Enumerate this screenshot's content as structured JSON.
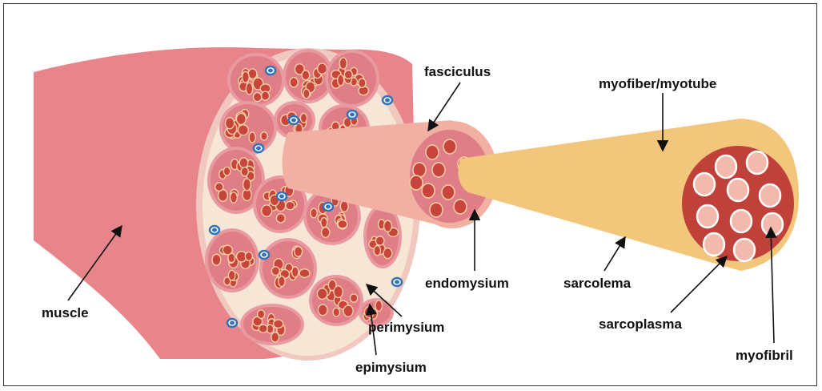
{
  "colors": {
    "muscle": "#e8858b",
    "muscle_dark": "#de7a82",
    "epimysium": "#f0c8bf",
    "matrix": "#f7e6d6",
    "fascicle_border": "#e89aa0",
    "fascicle_fill": "#e07e87",
    "fiber": "#c8453e",
    "fiber_edge": "#f6d5a5",
    "cell": "#2f73b8",
    "fascicle_cone": "#f1b0a2",
    "myofiber": "#f2c77b",
    "myofibril": "#f4b9ad",
    "sarcoplasm": "#c0403a"
  },
  "labels": {
    "muscle": "muscle",
    "fasciculus": "fasciculus",
    "myofiber": "myofiber/myotube",
    "endomysium": "endomysium",
    "perimysium": "perimysium",
    "epimysium": "epimysium",
    "sarcolema": "sarcolema",
    "sarcoplasma": "sarcoplasma",
    "myofibril": "myofibril"
  }
}
